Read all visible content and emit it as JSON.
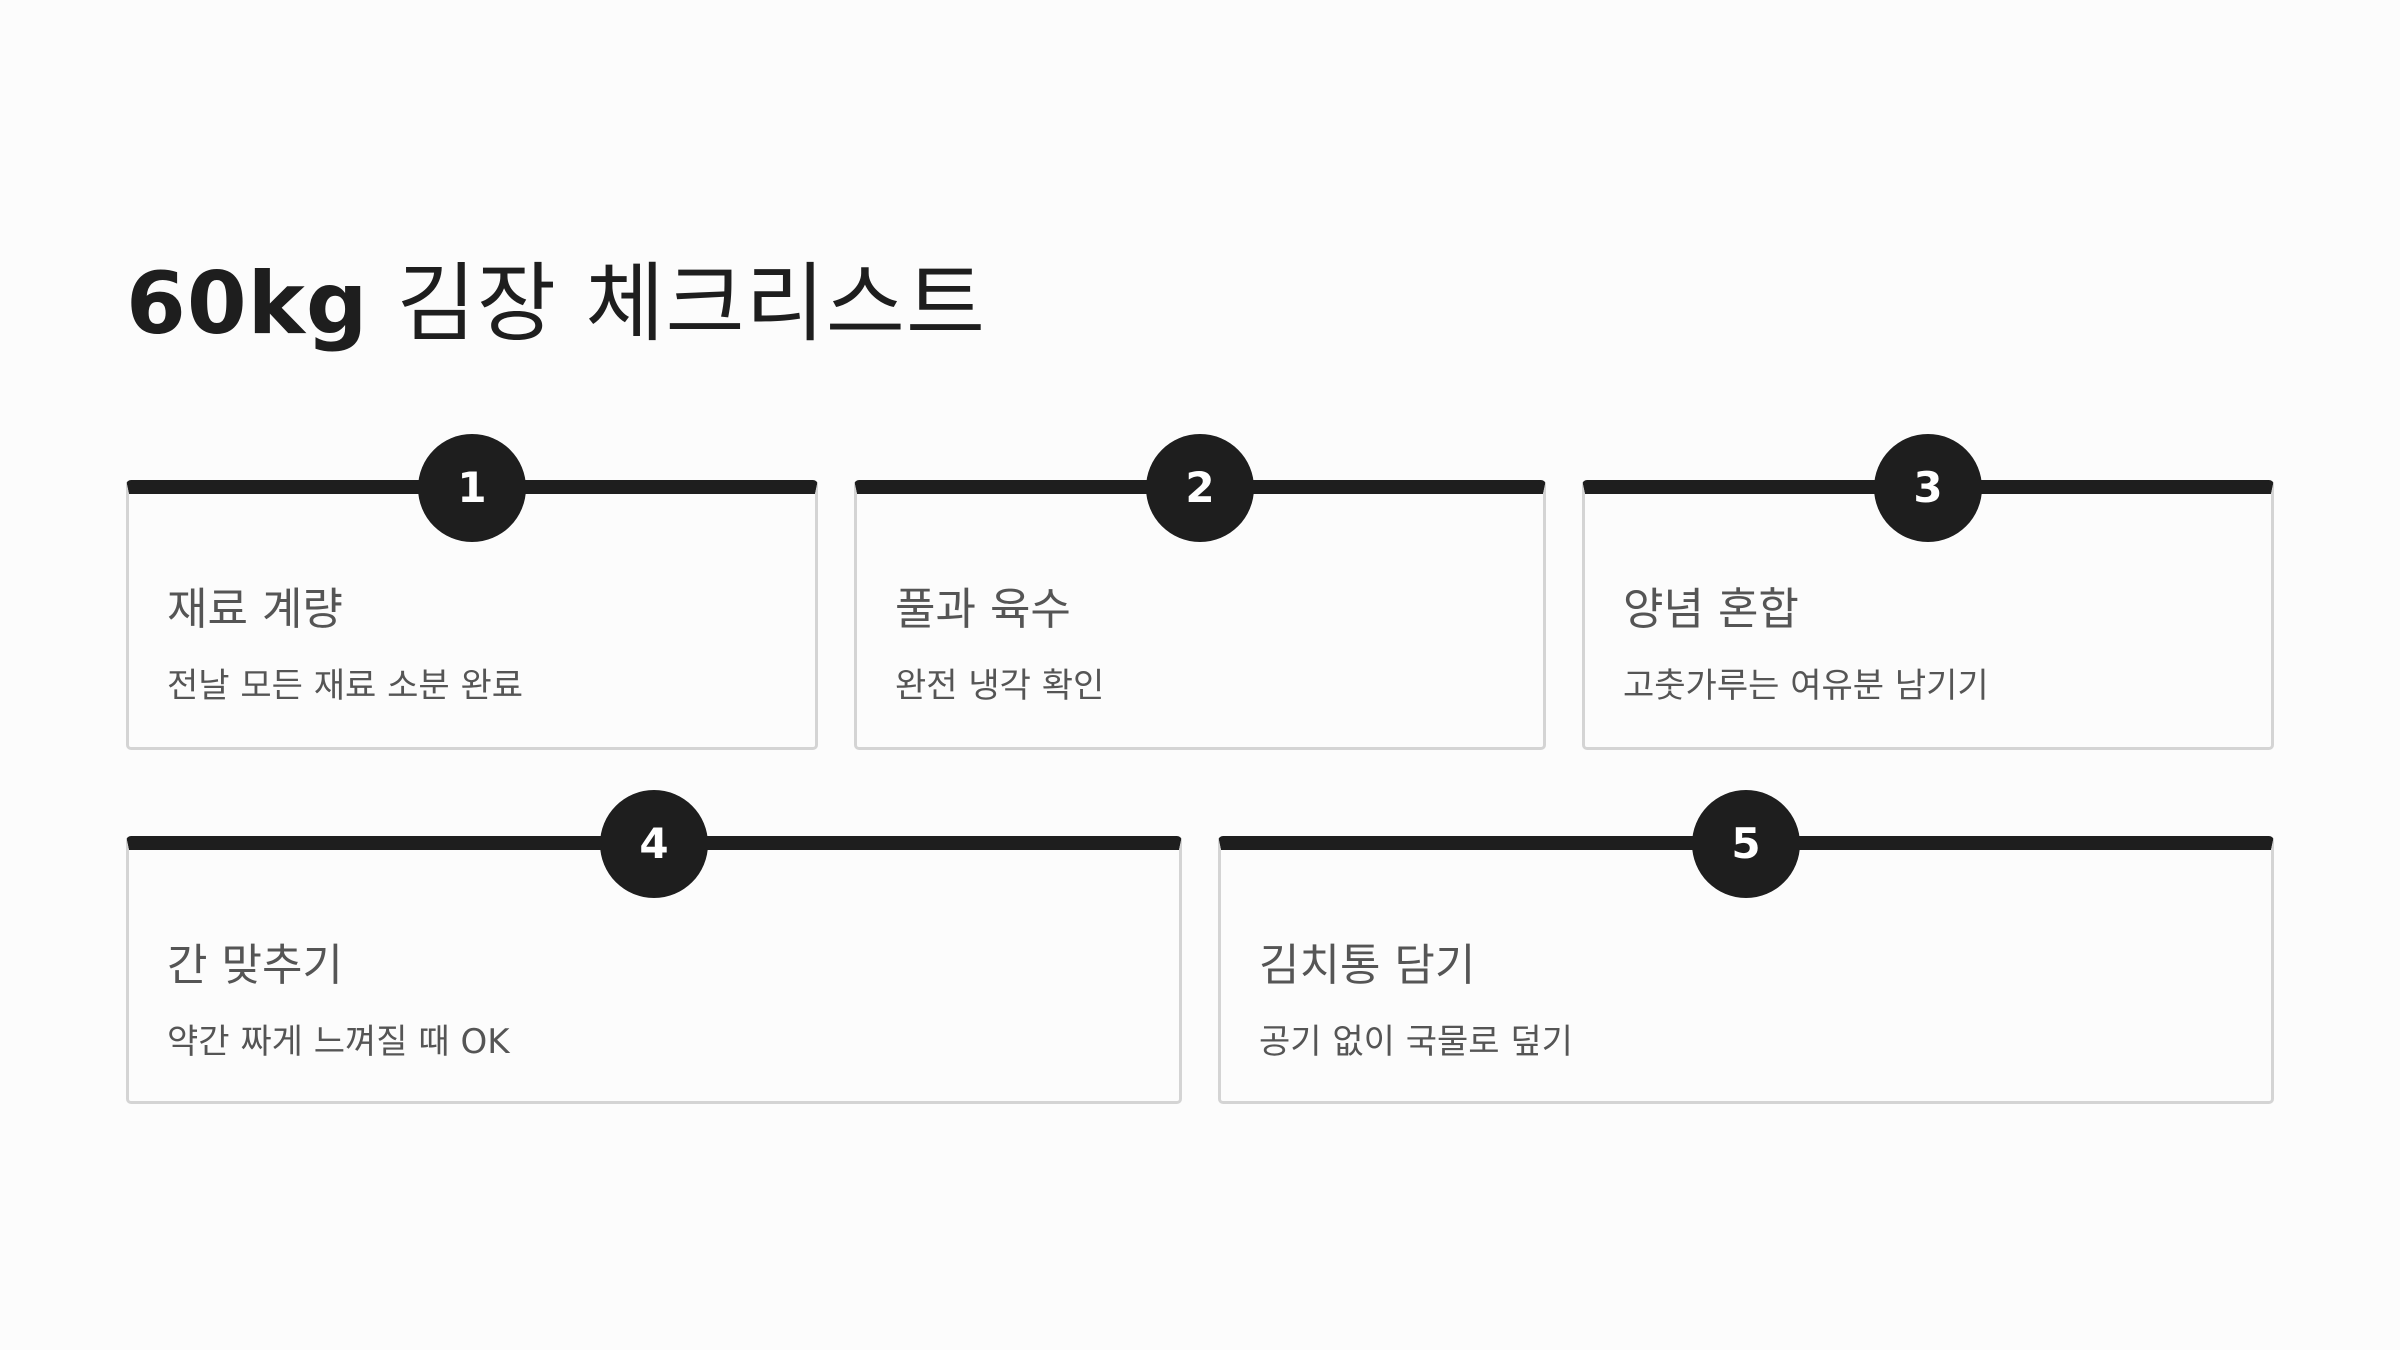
{
  "title": {
    "number": "60kg",
    "text": "김장 체크리스트"
  },
  "steps": [
    {
      "number": "1",
      "title": "재료 계량",
      "description": "전날 모든 재료 소분 완료"
    },
    {
      "number": "2",
      "title": "풀과 육수",
      "description": "완전 냉각 확인"
    },
    {
      "number": "3",
      "title": "양념 혼합",
      "description": "고춧가루는 여유분 남기기"
    },
    {
      "number": "4",
      "title": "간 맞추기",
      "description": "약간 짜게 느껴질 때 OK"
    },
    {
      "number": "5",
      "title": "김치통 담기",
      "description": "공기 없이 국물로 덮기"
    }
  ]
}
